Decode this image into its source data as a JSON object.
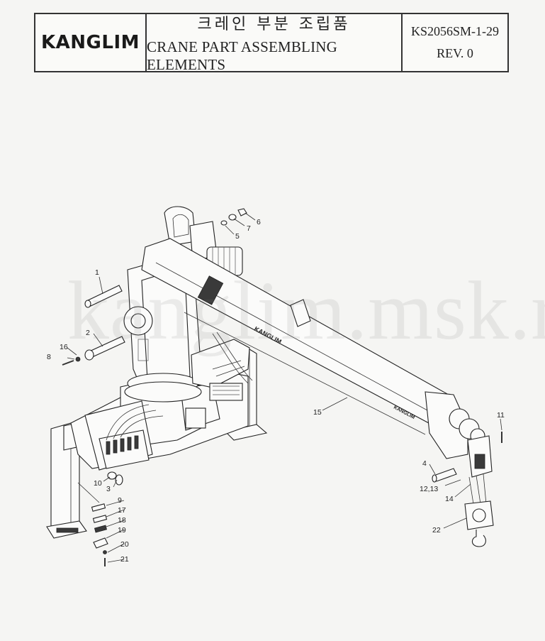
{
  "title_block": {
    "logo_text": "KANGLIM",
    "title_korean": "크레인 부분 조립품",
    "title_english": "CRANE PART ASSEMBLING ELEMENTS",
    "doc_code": "KS2056SM-1-29",
    "revision": "REV. 0"
  },
  "watermark": "kanglim.msk.ru",
  "boom_markings": {
    "boom_logo_main": "KANGLIM",
    "boom_logo_tip": "KANGLIM"
  },
  "callouts": [
    {
      "id": "c1",
      "text": "1"
    },
    {
      "id": "c2",
      "text": "2"
    },
    {
      "id": "c3",
      "text": "3"
    },
    {
      "id": "c4",
      "text": "4"
    },
    {
      "id": "c5",
      "text": "5"
    },
    {
      "id": "c6",
      "text": "6"
    },
    {
      "id": "c7",
      "text": "7"
    },
    {
      "id": "c8",
      "text": "8"
    },
    {
      "id": "c9",
      "text": "9"
    },
    {
      "id": "c10",
      "text": "10"
    },
    {
      "id": "c11",
      "text": "11"
    },
    {
      "id": "c1213",
      "text": "12,13"
    },
    {
      "id": "c14",
      "text": "14"
    },
    {
      "id": "c15",
      "text": "15"
    },
    {
      "id": "c16",
      "text": "16"
    },
    {
      "id": "c17",
      "text": "17"
    },
    {
      "id": "c18",
      "text": "18"
    },
    {
      "id": "c19",
      "text": "19"
    },
    {
      "id": "c20",
      "text": "20"
    },
    {
      "id": "c21",
      "text": "21"
    },
    {
      "id": "c22",
      "text": "22"
    }
  ]
}
